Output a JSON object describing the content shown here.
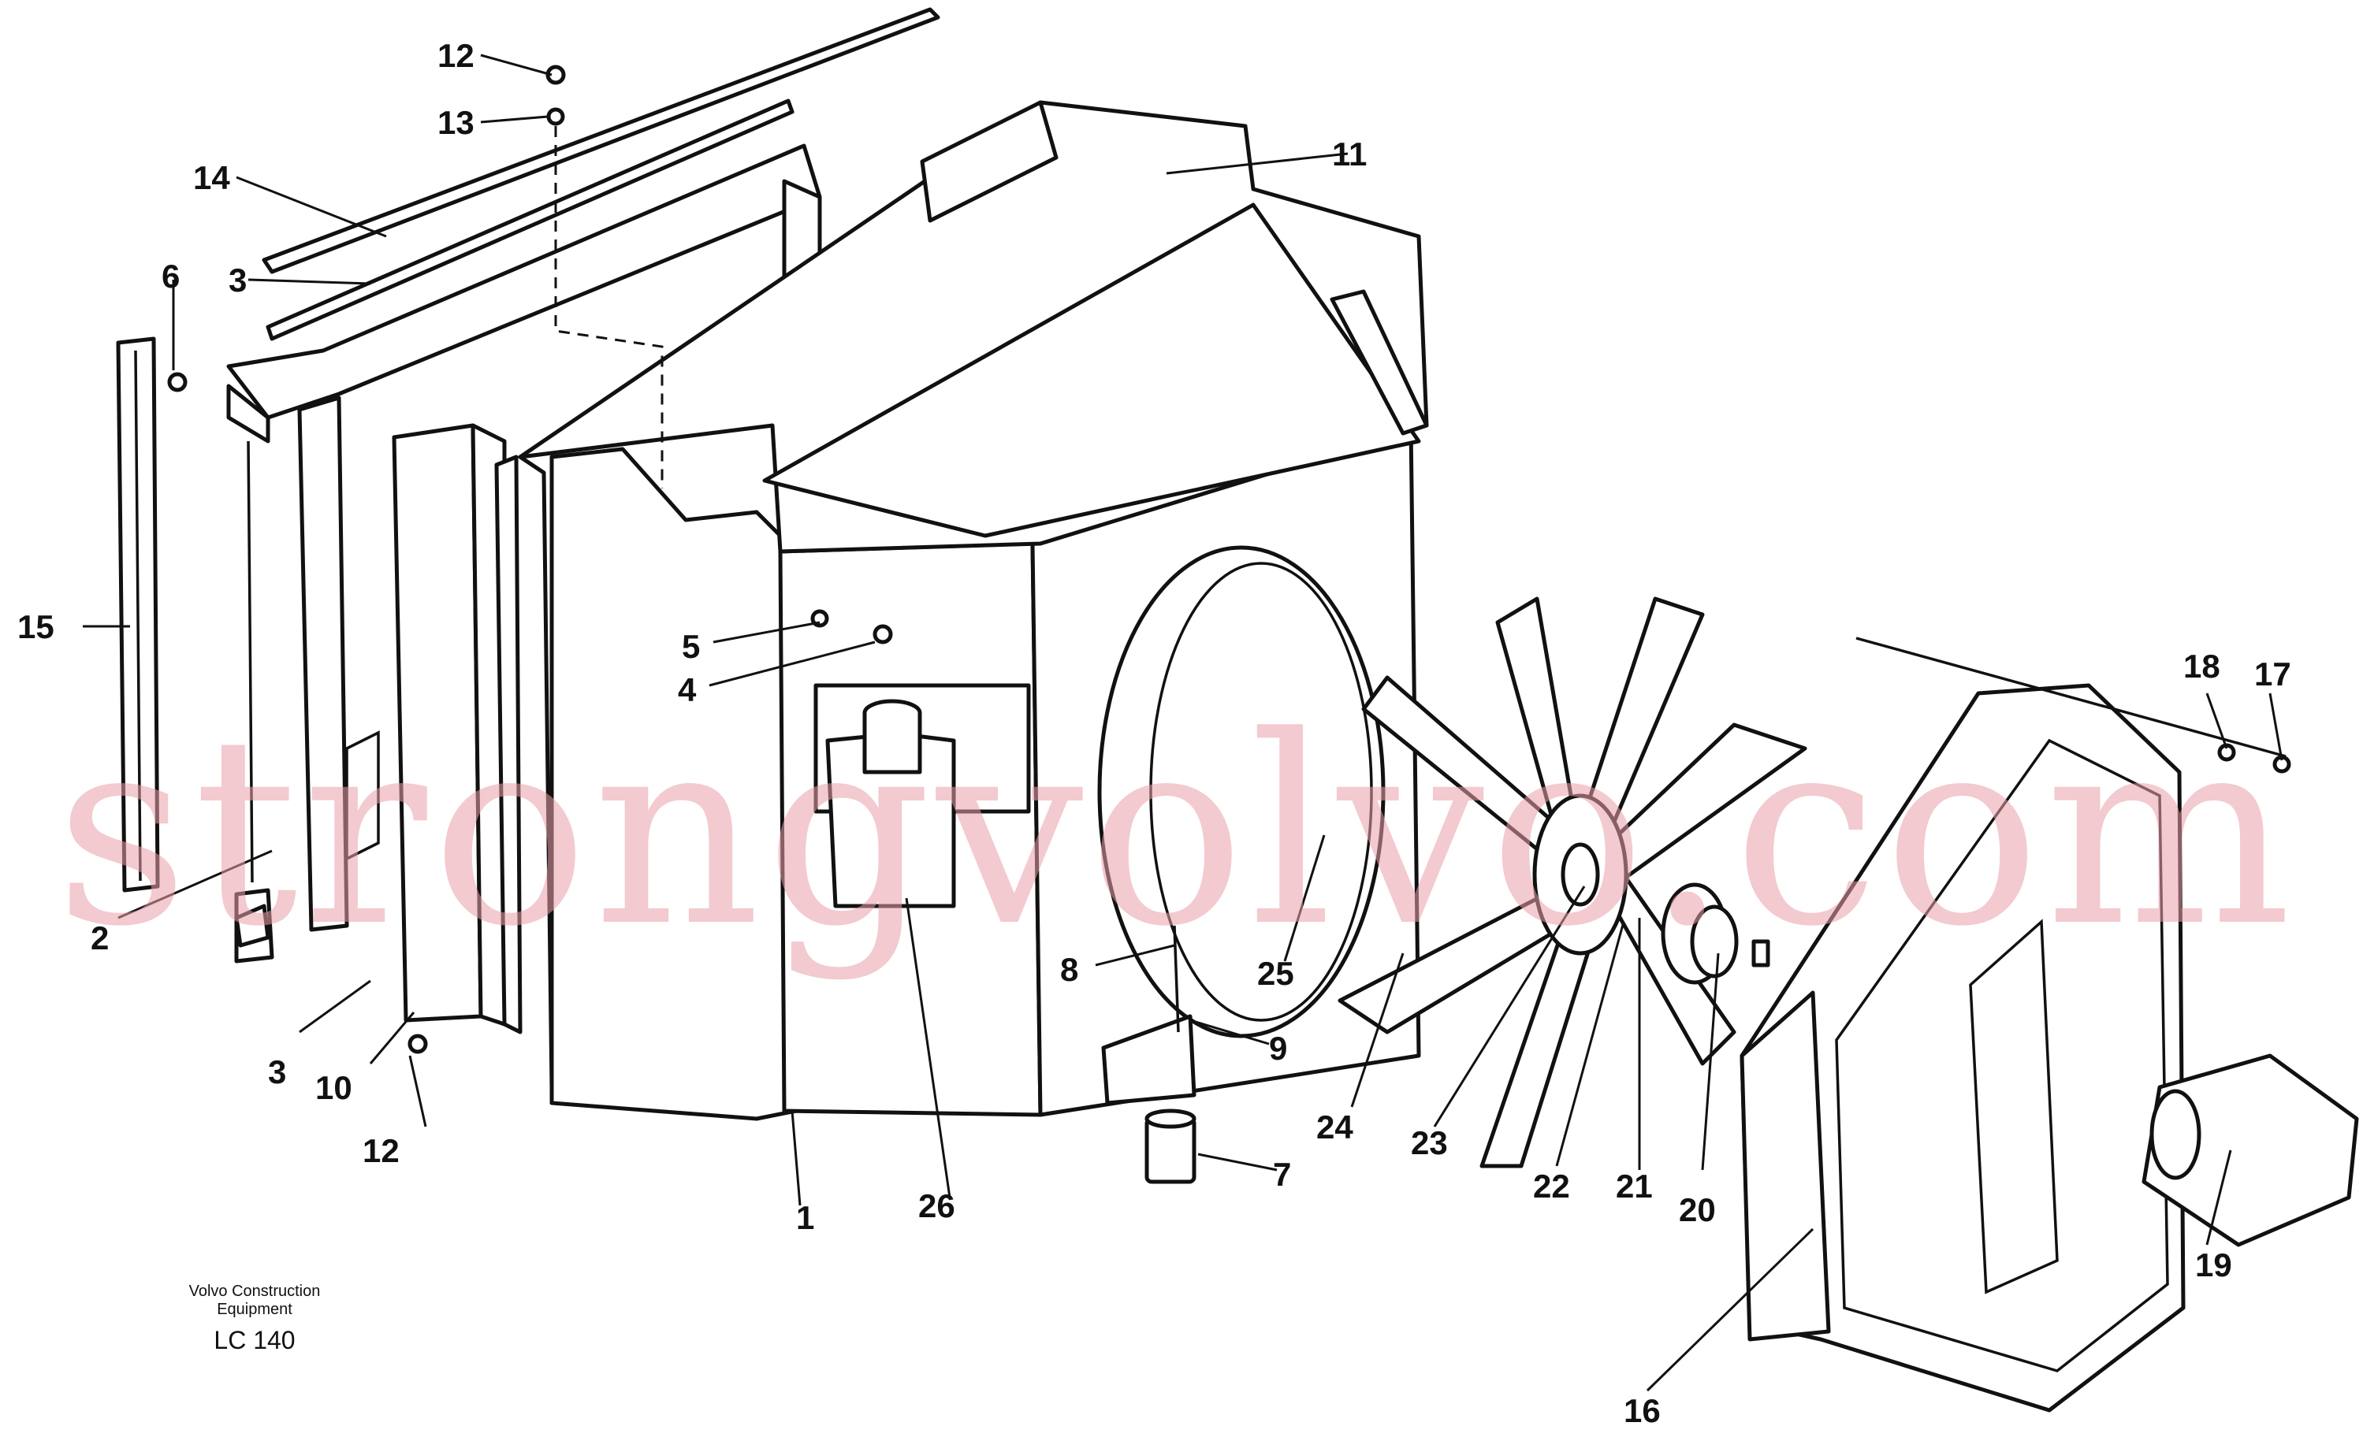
{
  "callouts": {
    "c1": "1",
    "c2": "2",
    "c3a": "3",
    "c3b": "3",
    "c4": "4",
    "c5": "5",
    "c6": "6",
    "c7": "7",
    "c8": "8",
    "c9": "9",
    "c10": "10",
    "c11": "11",
    "c12a": "12",
    "c12b": "12",
    "c13": "13",
    "c14": "14",
    "c15": "15",
    "c16": "16",
    "c17": "17",
    "c18": "18",
    "c19": "19",
    "c20": "20",
    "c21": "21",
    "c22": "22",
    "c23": "23",
    "c24": "24",
    "c25": "25",
    "c26": "26"
  },
  "caption": {
    "line1": "Volvo Construction",
    "line2": "Equipment",
    "model": "LC 140"
  },
  "watermark": "strongvolvo.com"
}
